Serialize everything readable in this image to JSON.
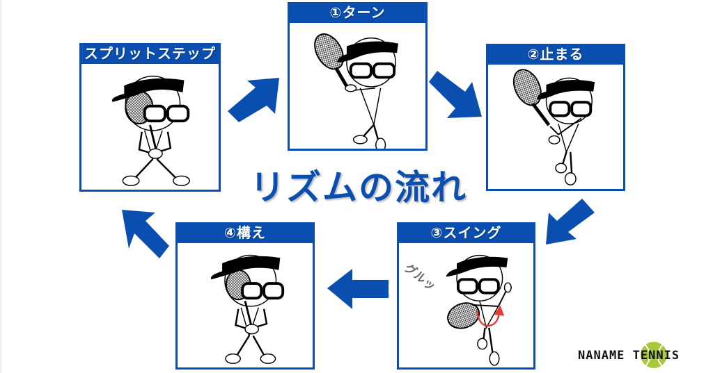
{
  "title": "リズムの流れ",
  "panels": [
    {
      "id": "split-step",
      "label": "スプリットステップ"
    },
    {
      "id": "turn",
      "label": "①ターン"
    },
    {
      "id": "stop",
      "label": "②止まる"
    },
    {
      "id": "swing",
      "label": "③スイング"
    },
    {
      "id": "ready",
      "label": "④構え"
    }
  ],
  "sound_effect": "グルッ",
  "arrows": [
    {
      "from": "split-step",
      "to": "turn",
      "direction": "up-right"
    },
    {
      "from": "turn",
      "to": "stop",
      "direction": "down-right"
    },
    {
      "from": "stop",
      "to": "swing",
      "direction": "down-left"
    },
    {
      "from": "swing",
      "to": "ready",
      "direction": "left"
    },
    {
      "from": "ready",
      "to": "split-step",
      "direction": "up-left"
    }
  ],
  "logo": {
    "text_left": "NANAME",
    "text_right": "TENNIS",
    "full": "NANAME TENNIS"
  },
  "colors": {
    "accent": "#0a4fb0",
    "ball": "#a7c93a",
    "rotation_arrow": "#e53935",
    "sfx": "#6a6a6a"
  }
}
